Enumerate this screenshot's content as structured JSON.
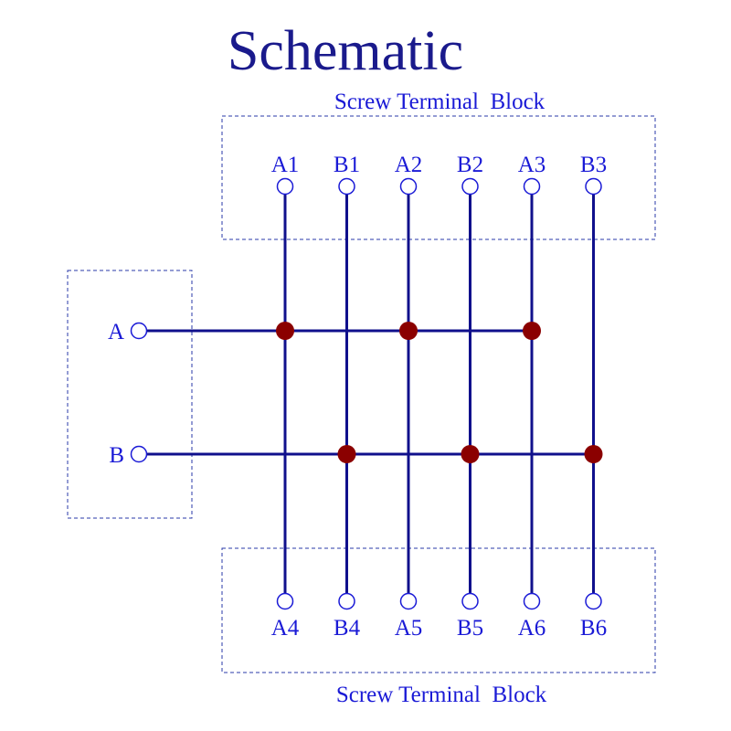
{
  "title": "Schematic",
  "top_block": {
    "label": "Screw Terminal  Block",
    "terminals": [
      "A1",
      "B1",
      "A2",
      "B2",
      "A3",
      "B3"
    ]
  },
  "bottom_block": {
    "label": "Screw Terminal  Block",
    "terminals": [
      "A4",
      "B4",
      "A5",
      "B5",
      "A6",
      "B6"
    ]
  },
  "inputs": [
    {
      "label": "A",
      "bus": "A"
    },
    {
      "label": "B",
      "bus": "B"
    }
  ],
  "columns": [
    {
      "top": "A1",
      "bottom": "A4",
      "bus": "A"
    },
    {
      "top": "B1",
      "bottom": "B4",
      "bus": "B"
    },
    {
      "top": "A2",
      "bottom": "A5",
      "bus": "A"
    },
    {
      "top": "B2",
      "bottom": "B5",
      "bus": "B"
    },
    {
      "top": "A3",
      "bottom": "A6",
      "bus": "A"
    },
    {
      "top": "B3",
      "bottom": "B6",
      "bus": "B"
    }
  ],
  "colors": {
    "title": "#1a1a8c",
    "text": "#1a1ad6",
    "wire": "#10108c",
    "border": "#2a3aa8",
    "junction": "#8b0000",
    "terminal": "#1a1ad6"
  }
}
